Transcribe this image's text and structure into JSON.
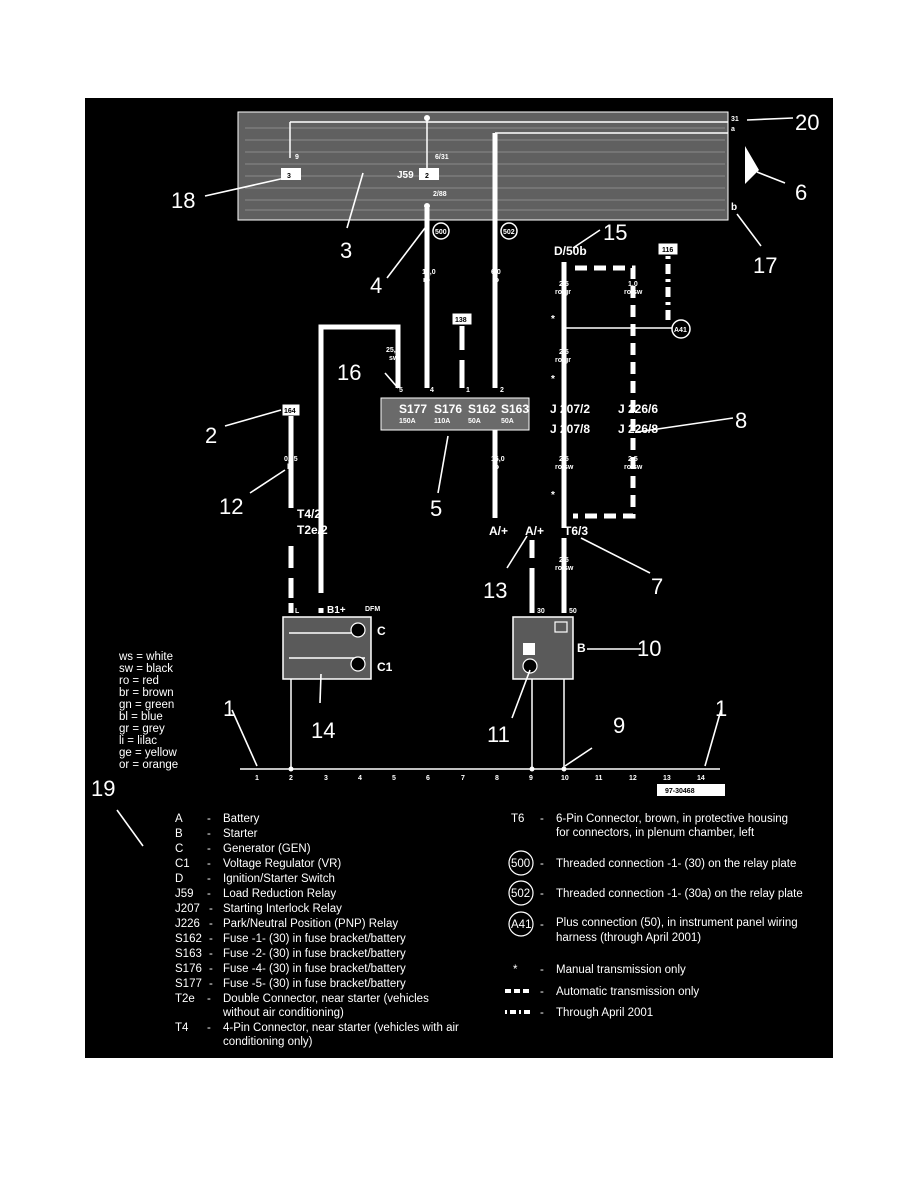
{
  "diagram_id": "97-30468",
  "callouts": [
    "1",
    "2",
    "3",
    "4",
    "5",
    "6",
    "7",
    "8",
    "9",
    "10",
    "11",
    "12",
    "13",
    "14",
    "15",
    "16",
    "17",
    "18",
    "19",
    "20"
  ],
  "relay_plate": {
    "relay_label": "J59",
    "slot_2": "2",
    "slot_3": "3",
    "pin_label_top": "6/31",
    "pin_label_bottom": "2/88",
    "pin_left": "9",
    "ground_top": "31",
    "ground_sub": "a",
    "plate_b": "b"
  },
  "connections": {
    "c500": "500",
    "c502": "502",
    "a41": "A41"
  },
  "boxes": {
    "b116": "116",
    "b138": "138",
    "b164": "164"
  },
  "wires": {
    "w1_size": "16,0",
    "w1_color": "ro",
    "w2_size": "6,0",
    "w2_color": "ro",
    "w3_size": "25,0",
    "w3_color": "sw",
    "w4_size": "16,0",
    "w4_color": "ro",
    "w5_size": "0,35",
    "w5_color": "bl",
    "w6_size": "2,5",
    "w6_color": "ro/gr",
    "w7_size": "1,0",
    "w7_color": "ro/sw",
    "w8_size": "2,5",
    "w8_color": "ro/gr",
    "w9_size": "2,5",
    "w9_color": "ro/sw",
    "w10_size": "2,5",
    "w10_color": "ro/sw",
    "w11_size": "2,5",
    "w11_color": "ro/sw"
  },
  "fuses": [
    {
      "name": "S177",
      "amp": "150A",
      "pin": "5"
    },
    {
      "name": "S176",
      "amp": "110A",
      "pin": "4"
    },
    {
      "name": "S162",
      "amp": "50A",
      "pin": "1"
    },
    {
      "name": "S163",
      "amp": "50A",
      "pin": "2"
    }
  ],
  "labels": {
    "ignition": "D/50b",
    "j207_2": "J 207/2",
    "j207_8": "J 207/8",
    "j226_6": "J 226/6",
    "j226_8": "J 226/8",
    "t4_2": "T4/2",
    "t2e_2": "T2e/2",
    "a_plus": "A/+",
    "a_plus_2": "A/+",
    "t6_3": "T6/3",
    "star": "*",
    "gen_l": "L",
    "gen_b1": "B1+",
    "gen_dfm": "DFM",
    "gen_c": "C",
    "gen_c1": "C1",
    "st_30": "30",
    "st_50": "50",
    "st_b": "B"
  },
  "ground_numbers": [
    "1",
    "2",
    "3",
    "4",
    "5",
    "6",
    "7",
    "8",
    "9",
    "10",
    "11",
    "12",
    "13",
    "14"
  ],
  "color_legend": [
    "ws = white",
    "sw = black",
    "ro = red",
    "br = brown",
    "gn = green",
    "bl = blue",
    "gr = grey",
    "li = lilac",
    "ge = yellow",
    "or = orange"
  ],
  "component_legend": [
    {
      "code": "A",
      "sep": "-",
      "desc": "Battery"
    },
    {
      "code": "B",
      "sep": "-",
      "desc": "Starter"
    },
    {
      "code": "C",
      "sep": "-",
      "desc": "Generator (GEN)"
    },
    {
      "code": "C1",
      "sep": "-",
      "desc": "Voltage Regulator (VR)"
    },
    {
      "code": "D",
      "sep": "-",
      "desc": "Ignition/Starter Switch"
    },
    {
      "code": "J59",
      "sep": "-",
      "desc": "Load Reduction Relay"
    },
    {
      "code": "J207",
      "sep": "-",
      "desc": "Starting Interlock Relay"
    },
    {
      "code": "J226",
      "sep": "-",
      "desc": "Park/Neutral Position (PNP) Relay"
    },
    {
      "code": "S162",
      "sep": "-",
      "desc": "Fuse -1- (30) in fuse bracket/battery"
    },
    {
      "code": "S163",
      "sep": "-",
      "desc": "Fuse -2- (30) in fuse bracket/battery"
    },
    {
      "code": "S176",
      "sep": "-",
      "desc": "Fuse -4- (30) in fuse bracket/battery"
    },
    {
      "code": "S177",
      "sep": "-",
      "desc": "Fuse -5- (30) in fuse bracket/battery"
    },
    {
      "code": "T2e",
      "sep": "-",
      "desc": "Double Connector, near starter (vehicles",
      "desc2": "without air conditioning)"
    },
    {
      "code": "T4",
      "sep": "-",
      "desc": "4-Pin Connector, near starter (vehicles with air",
      "desc2": "conditioning only)"
    }
  ],
  "right_legend": {
    "t6_code": "T6",
    "t6_desc": "6-Pin Connector, brown, in protective housing",
    "t6_desc2": "for connectors, in plenum chamber, left",
    "c500_code": "500",
    "c500_desc": "Threaded connection -1- (30) on the relay plate",
    "c502_code": "502",
    "c502_desc": "Threaded connection -1- (30a) on the relay plate",
    "a41_code": "A41",
    "a41_desc": "Plus connection (50), in instrument panel wiring",
    "a41_desc2": "harness (through April 2001)",
    "star_sym": "*",
    "star_desc": "Manual transmission only",
    "auto_desc": "Automatic transmission only",
    "april_desc": "Through April 2001",
    "sep": "-"
  }
}
